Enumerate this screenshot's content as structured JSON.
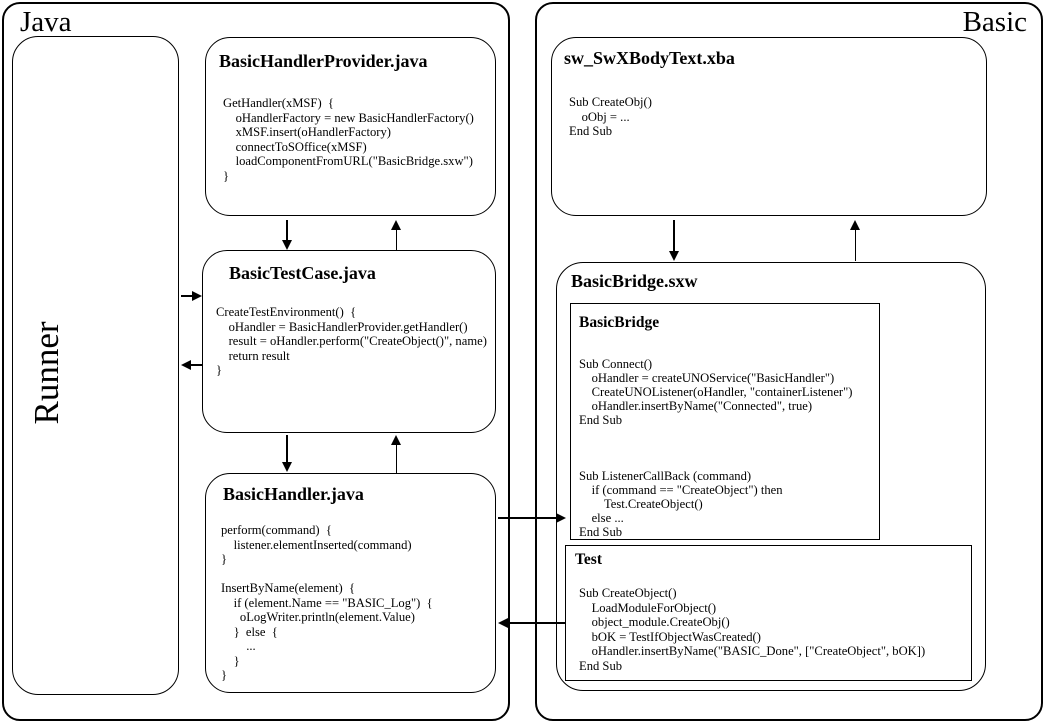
{
  "regions": {
    "java": {
      "label": "Java"
    },
    "basic": {
      "label": "Basic"
    }
  },
  "runner": {
    "label": "Runner"
  },
  "boxes": {
    "provider": {
      "title": "BasicHandlerProvider.java",
      "code": [
        "GetHandler(xMSF)  {",
        "    oHandlerFactory = new BasicHandlerFactory()",
        "    xMSF.insert(oHandlerFactory)",
        "    connectToSOffice(xMSF)",
        "    loadComponentFromURL(\"BasicBridge.sxw\")",
        "}"
      ]
    },
    "testcase": {
      "title": "BasicTestCase.java",
      "code": [
        "CreateTestEnvironment()  {",
        "    oHandler = BasicHandlerProvider.getHandler()",
        "    result = oHandler.perform(\"CreateObject()\", name)",
        "    return result",
        "}"
      ]
    },
    "handler": {
      "title": "BasicHandler.java",
      "code": [
        "perform(command)  {",
        "    listener.elementInserted(command)",
        "}",
        "",
        "InsertByName(element)  {",
        "    if (element.Name == \"BASIC_Log\")  {",
        "      oLogWriter.println(element.Value)",
        "    }  else  {",
        "        ...",
        "    }",
        "}"
      ]
    },
    "sw": {
      "title": "sw_SwXBodyText.xba",
      "code": [
        "Sub CreateObj()",
        "    oObj = ...",
        "End Sub"
      ]
    },
    "bridge": {
      "title": "BasicBridge.sxw"
    },
    "basicbridge_module": {
      "title": "BasicBridge",
      "code": [
        "Sub Connect()",
        "    oHandler = createUNOService(\"BasicHandler\")",
        "    CreateUNOListener(oHandler, \"containerListener\")",
        "    oHandler.insertByName(\"Connected\", true)",
        "End Sub",
        "",
        "",
        "",
        "Sub ListenerCallBack (command)",
        "    if (command == \"CreateObject\") then",
        "        Test.CreateObject()",
        "    else ...",
        "End Sub"
      ]
    },
    "test_module": {
      "title": "Test",
      "code": [
        "Sub CreateObject()",
        "    LoadModuleForObject()",
        "    object_module.CreateObj()",
        "    bOK = TestIfObjectWasCreated()",
        "    oHandler.insertByName(\"BASIC_Done\", [\"CreateObject\", bOK])",
        "End Sub"
      ]
    }
  },
  "colors": {
    "line": "#000000",
    "background": "#ffffff"
  }
}
